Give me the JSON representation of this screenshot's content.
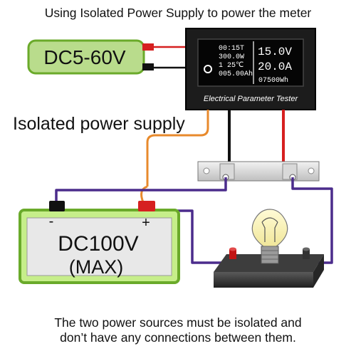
{
  "title": "Using Isolated Power Supply to power the meter",
  "source_label": "DC5-60V",
  "isolated_label": "Isolated power supply",
  "meter": {
    "left_readings": [
      "00:15T",
      "300.0W",
      "1   25℃",
      "005.00Ah"
    ],
    "right_readings": [
      "15.0V",
      "20.0A",
      "07500Wh"
    ],
    "caption": "Electrical Parameter Tester"
  },
  "battery": {
    "minus": "-",
    "plus": "+",
    "voltage": "DC100V",
    "note": "(MAX)"
  },
  "footer": [
    "The two power sources must be isolated and",
    "don’t have any connections between them."
  ],
  "colors": {
    "battery_fill": "#c6ee8a",
    "battery_border": "#6aaa2a",
    "source_fill": "#b9dc8c",
    "wire_purple": "#4b2c8c",
    "wire_orange": "#e88a2c",
    "wire_red": "#d62020"
  }
}
